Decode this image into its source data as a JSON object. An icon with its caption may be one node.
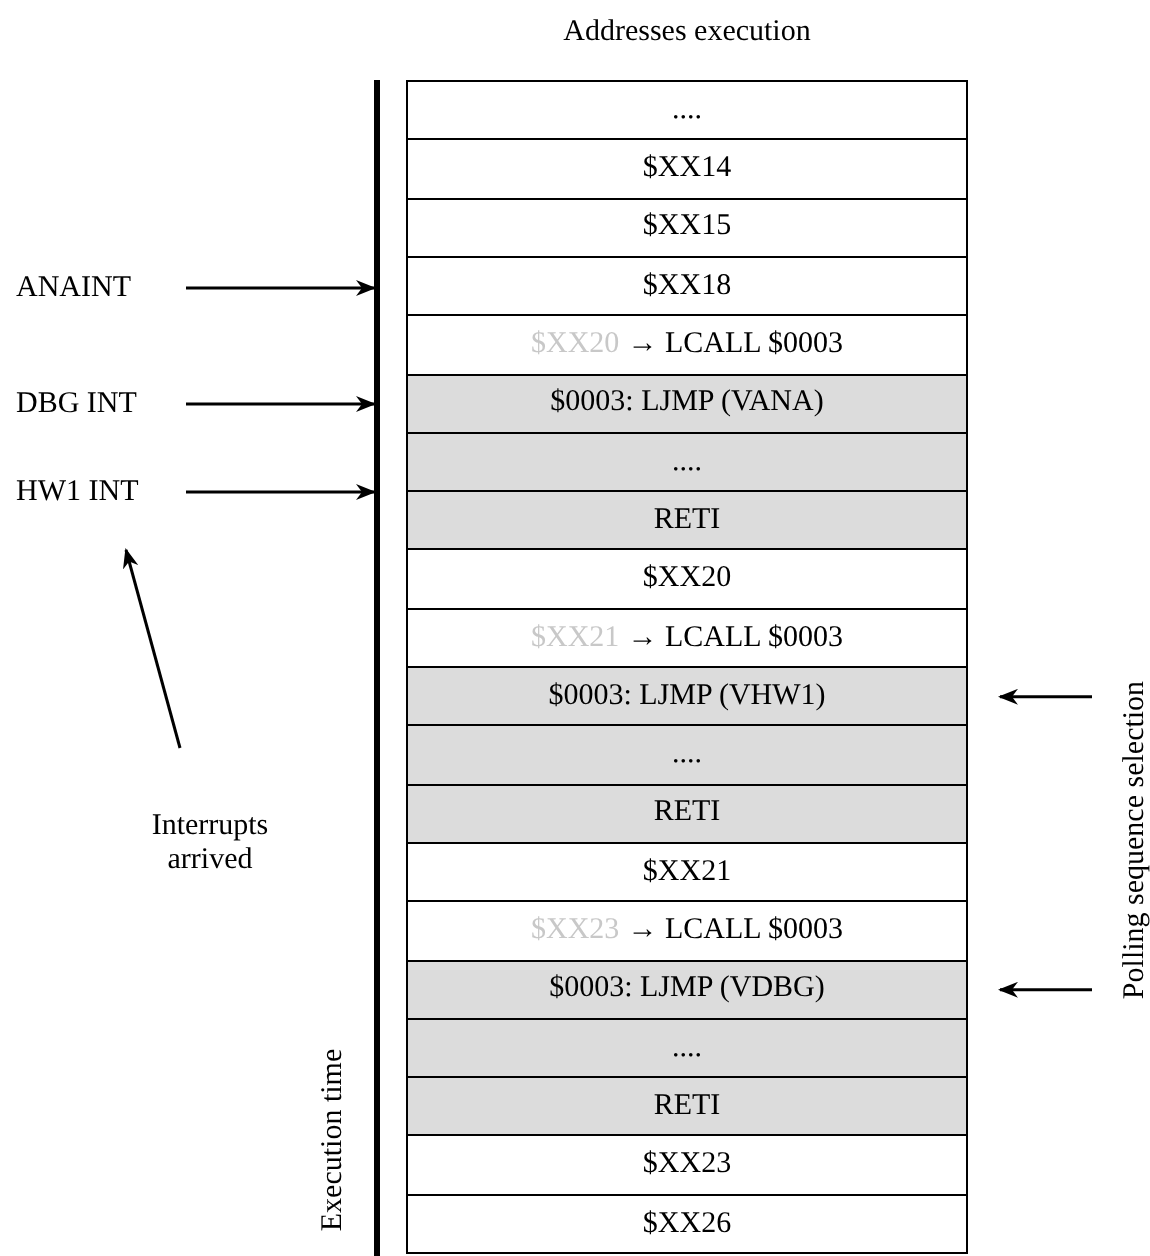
{
  "diagram": {
    "title": "Addresses execution",
    "nodes": [
      {
        "text": [
          "ANAINT"
        ]
      },
      {
        "text": [
          "DBG INT"
        ]
      },
      {
        "text": [
          "HW1 INT"
        ]
      },
      {
        "text": [
          "Interrupts arrived"
        ]
      },
      {
        "text": [],
        "shape": "bar"
      },
      {
        "text": [
          "...."
        ]
      },
      {
        "text": [
          "$XX14"
        ]
      },
      {
        "text": [
          "$XX15"
        ]
      },
      {
        "text": [
          "$XX18"
        ]
      },
      {
        "text": [
          "$XX20",
          "→ LCALL $0003"
        ]
      },
      {
        "text": [
          "$0003: LJMP (VANA)"
        ]
      },
      {
        "text": [
          "...."
        ]
      },
      {
        "text": [
          "RETI"
        ]
      },
      {
        "text": [
          "$XX20"
        ]
      },
      {
        "text": [
          "$XX21",
          "→ LCALL $0003"
        ]
      },
      {
        "text": [
          "$0003: LJMP (VHW1)"
        ]
      },
      {
        "text": [
          "...."
        ]
      },
      {
        "text": [
          "RETI"
        ]
      },
      {
        "text": [
          "$XX21"
        ]
      },
      {
        "text": [
          "$XX23",
          "→ LCALL $0003"
        ]
      },
      {
        "text": [
          "$0003: LJMP (VDBG)"
        ]
      },
      {
        "text": [
          "...."
        ]
      },
      {
        "text": [
          "RETI"
        ]
      },
      {
        "text": [
          "$XX23"
        ]
      },
      {
        "text": [
          "$XX26"
        ]
      }
    ],
    "edges": [
      {
        "from": 0,
        "to": 4,
        "arrow": "to"
      },
      {
        "from": 1,
        "to": 4,
        "arrow": "to"
      },
      {
        "from": 2,
        "to": 4,
        "arrow": "to"
      },
      {
        "from": 3,
        "to": 2,
        "arrow": "to"
      },
      {
        "from": null,
        "to": 15,
        "arrow": "to"
      },
      {
        "from": null,
        "to": 20,
        "arrow": "to"
      }
    ],
    "labels": [
      "Polling sequence selection",
      "Execution time"
    ]
  }
}
